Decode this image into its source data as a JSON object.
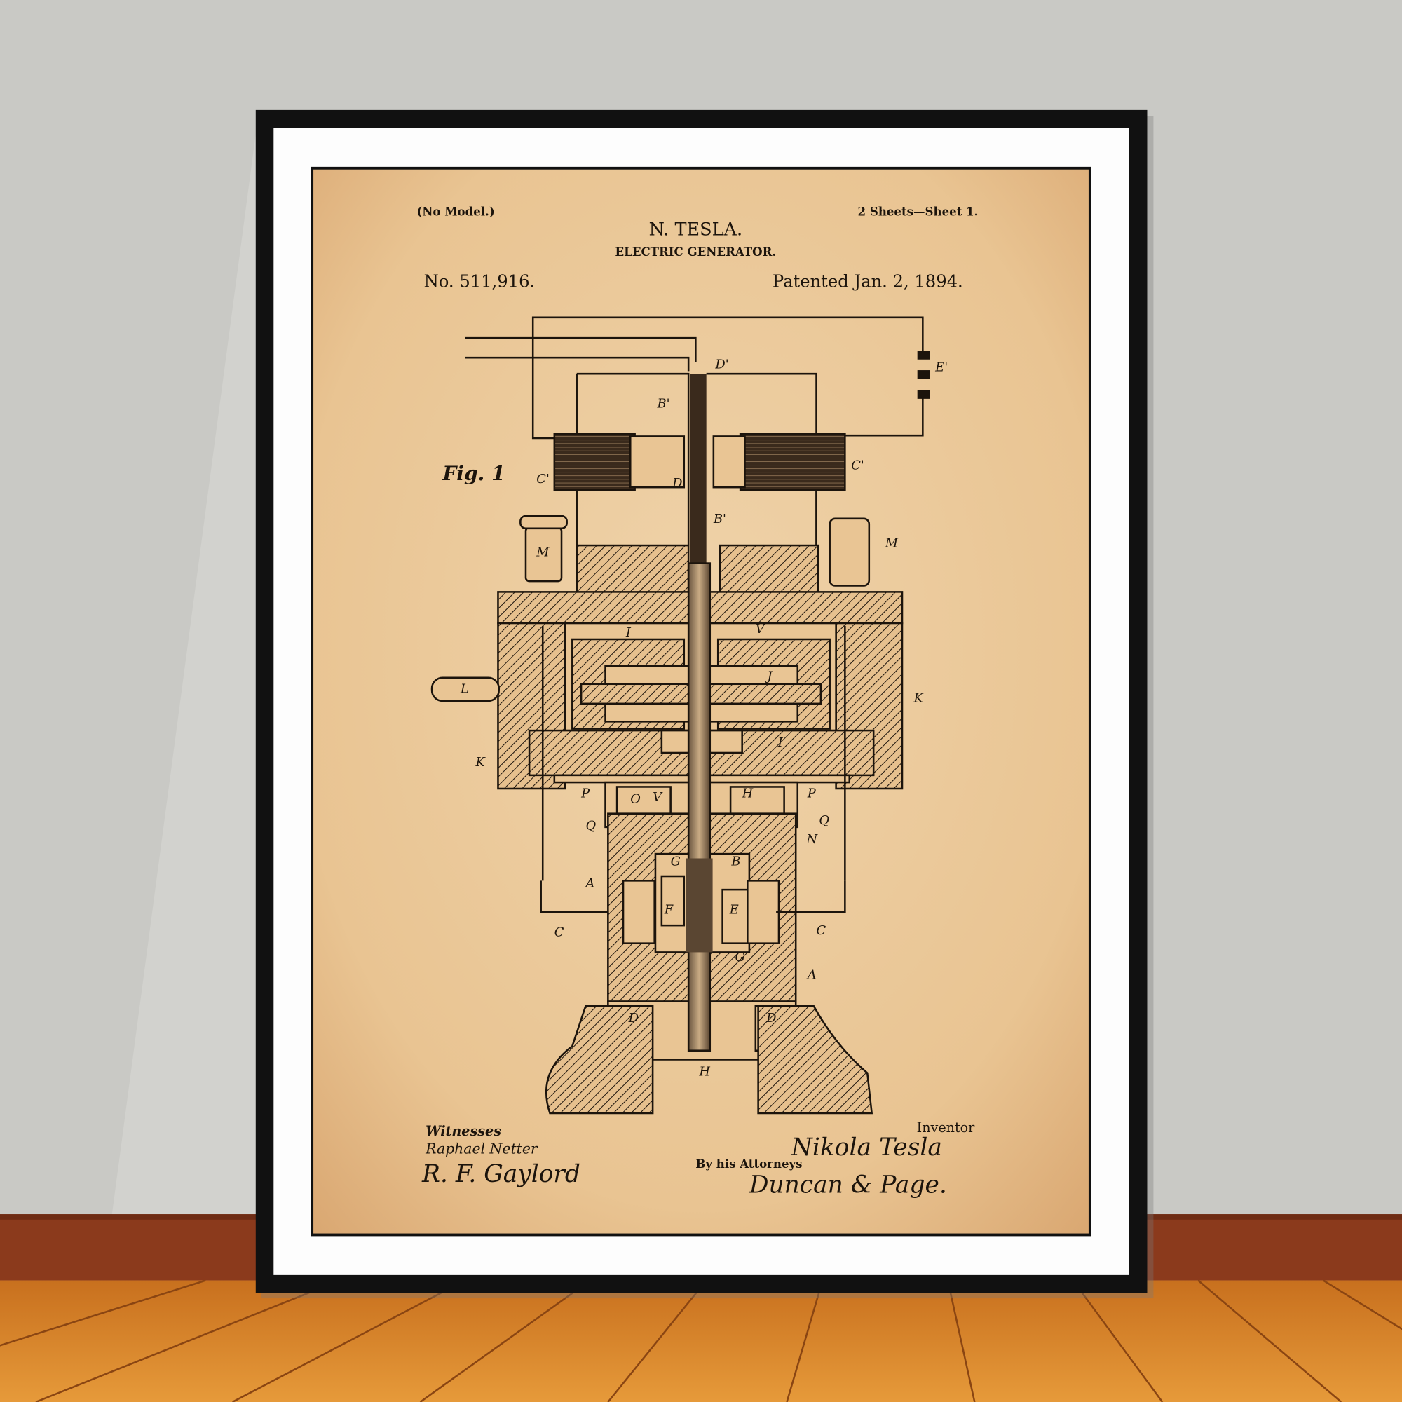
{
  "poster": {
    "no_model": "(No Model.)",
    "sheets": "2 Sheets—Sheet 1.",
    "inventor_name": "N. TESLA.",
    "title": "ELECTRIC GENERATOR.",
    "patent_number": "No. 511,916.",
    "patent_date": "Patented Jan. 2, 1894.",
    "figure_label": "Fig. 1",
    "witnesses_label": "Witnesses",
    "witness_1": "Raphael Netter",
    "witness_2": "R. F. Gaylord",
    "inventor_label": "Inventor",
    "inventor_signature": "Nikola Tesla",
    "attorneys_label": "By his Attorneys",
    "attorneys_signature": "Duncan & Page.",
    "part_labels": [
      "D'",
      "B'",
      "E'",
      "C'",
      "C'",
      "D'",
      "B'",
      "M",
      "M",
      "L",
      "K",
      "K",
      "J",
      "V",
      "I",
      "I",
      "P",
      "O",
      "V",
      "H",
      "P",
      "Q",
      "Q",
      "N",
      "A",
      "G",
      "B",
      "F",
      "E",
      "C",
      "C",
      "G",
      "A",
      "D",
      "D",
      "H"
    ]
  },
  "colors": {
    "wall": "#c9c9c5",
    "paper": "#ecca9a",
    "frame": "#111111",
    "mat": "#ffffff",
    "baseboard": "#8b3a1c",
    "floor": "#d9852a",
    "ink": "#1c140c"
  }
}
